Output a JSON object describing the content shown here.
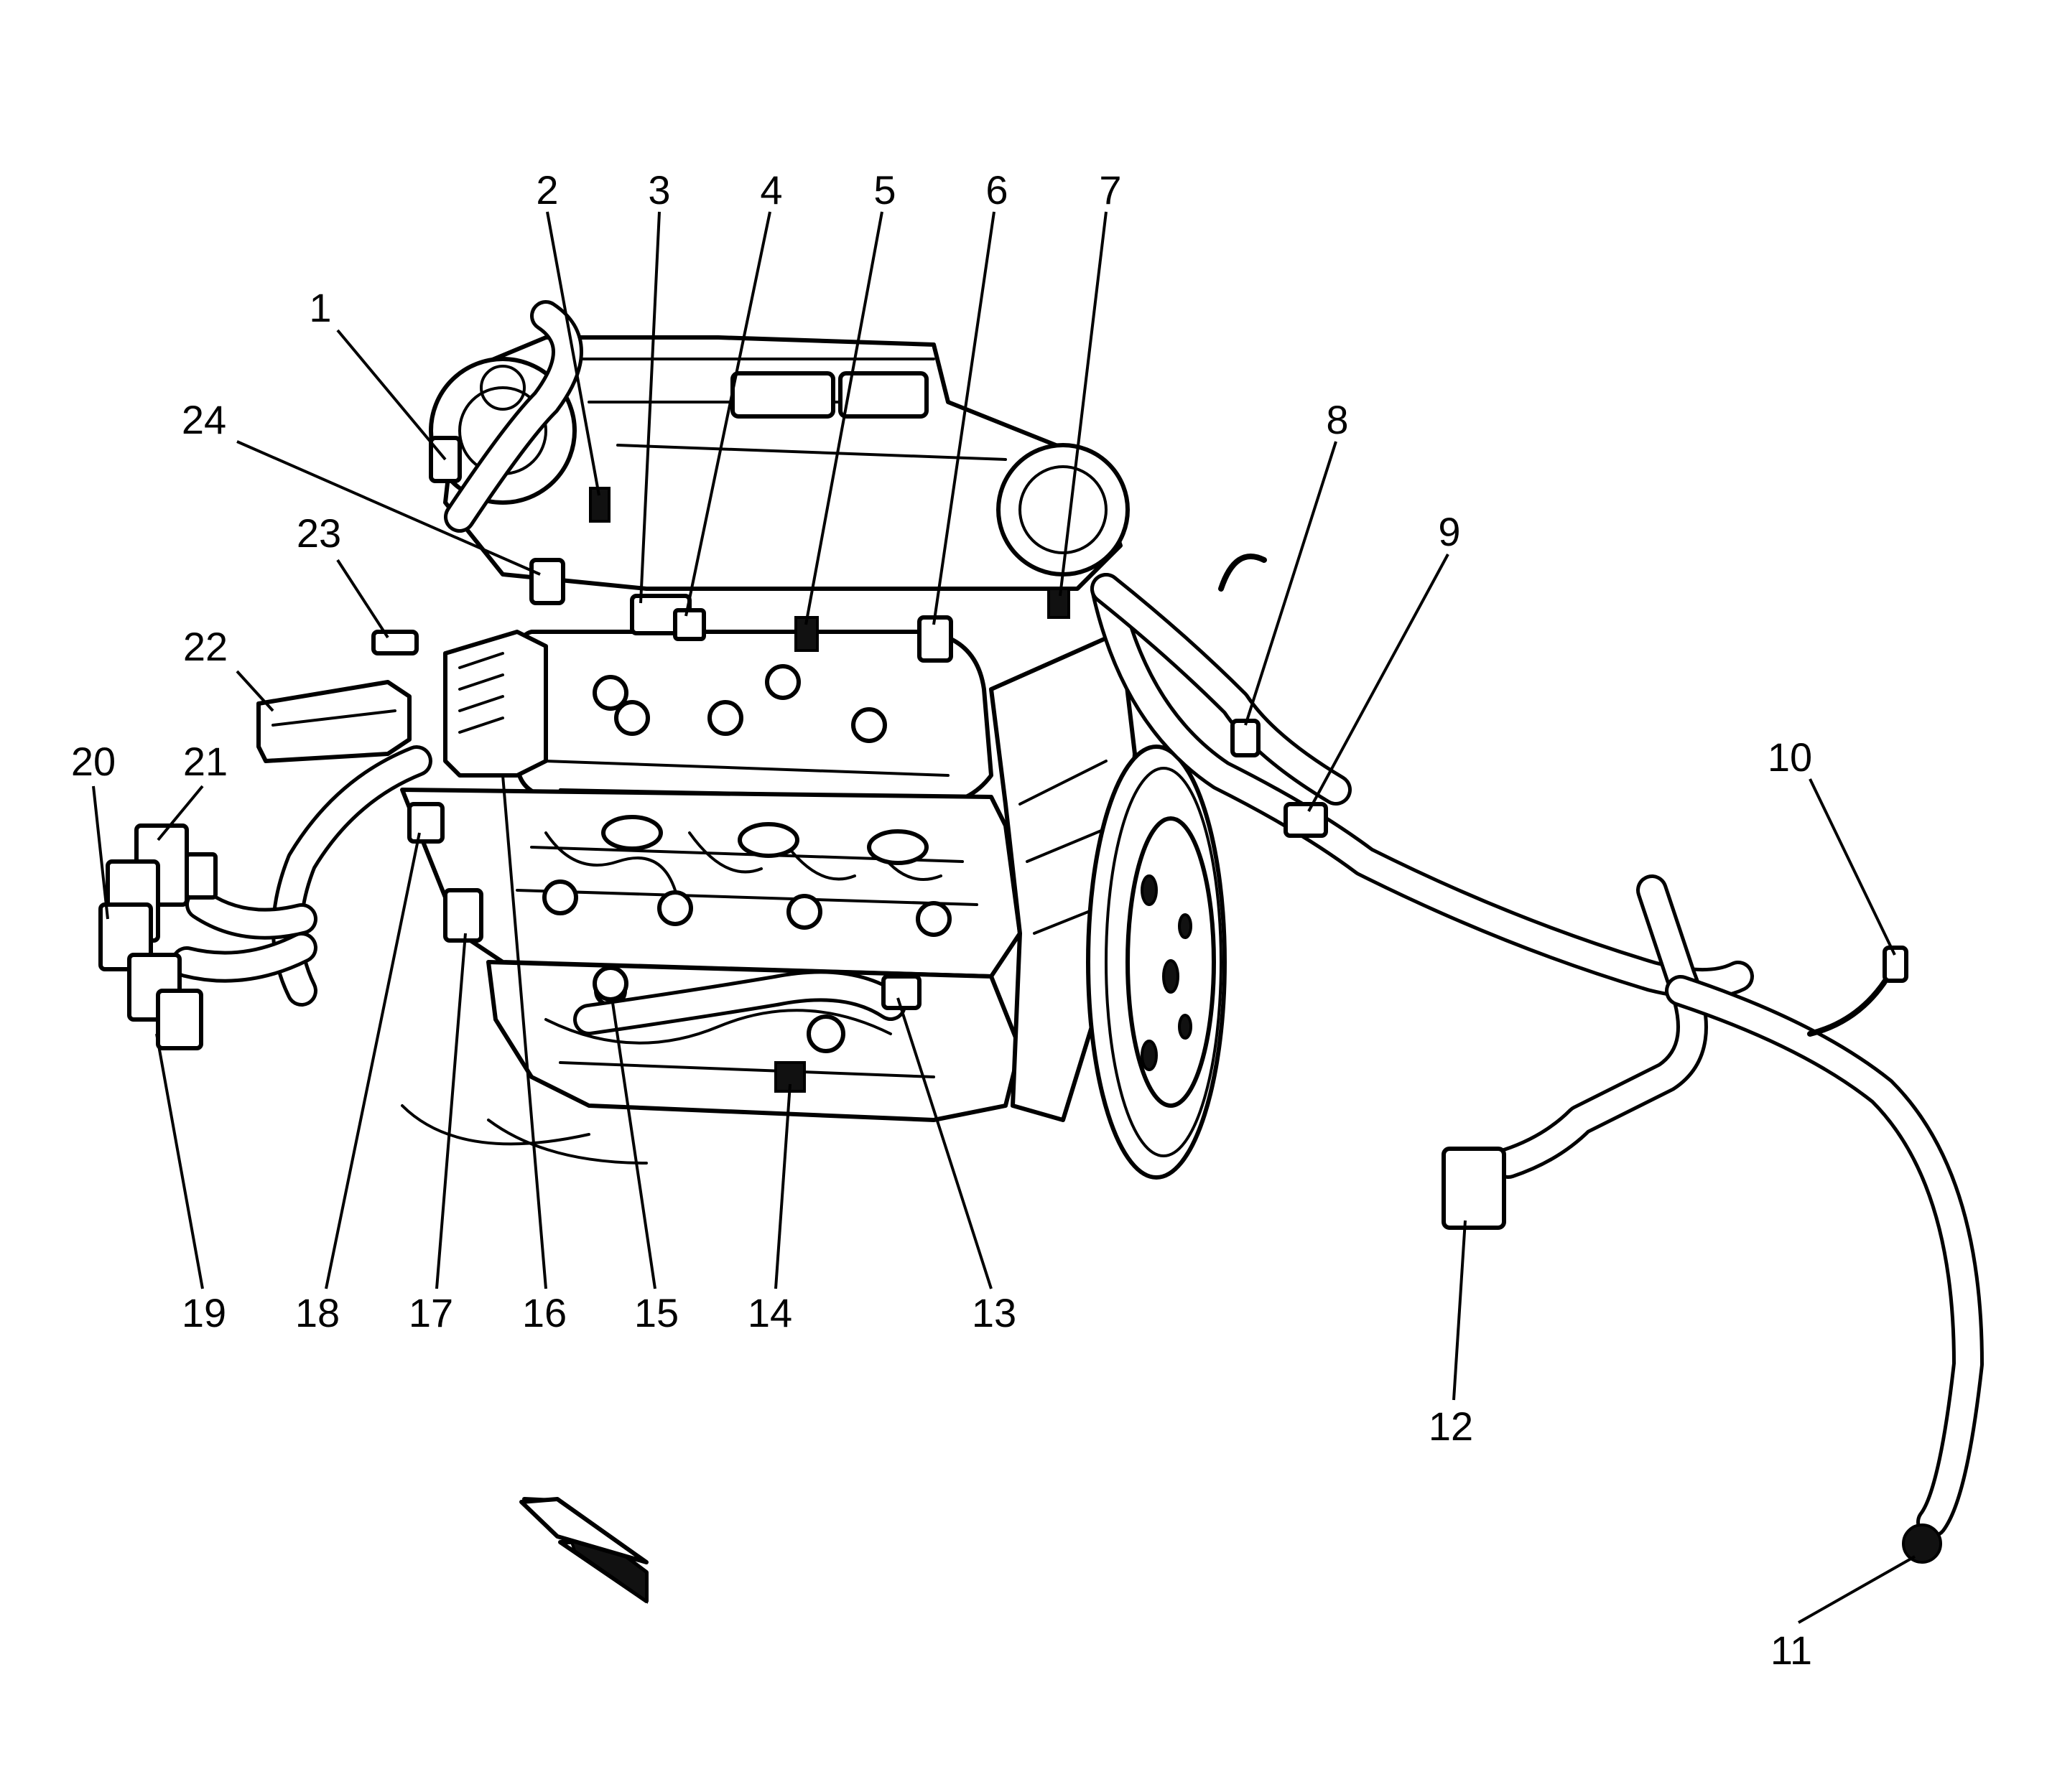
{
  "callouts": {
    "c1": "1",
    "c2": "2",
    "c3": "3",
    "c4": "4",
    "c5": "5",
    "c6": "6",
    "c7": "7",
    "c8": "8",
    "c9": "9",
    "c10": "10",
    "c11": "11",
    "c12": "12",
    "c13": "13",
    "c14": "14",
    "c15": "15",
    "c16": "16",
    "c17": "17",
    "c18": "18",
    "c19": "19",
    "c20": "20",
    "c21": "21",
    "c22": "22",
    "c23": "23",
    "c24": "24"
  },
  "icons": {
    "view_arrow": "view-direction-arrow-icon"
  }
}
